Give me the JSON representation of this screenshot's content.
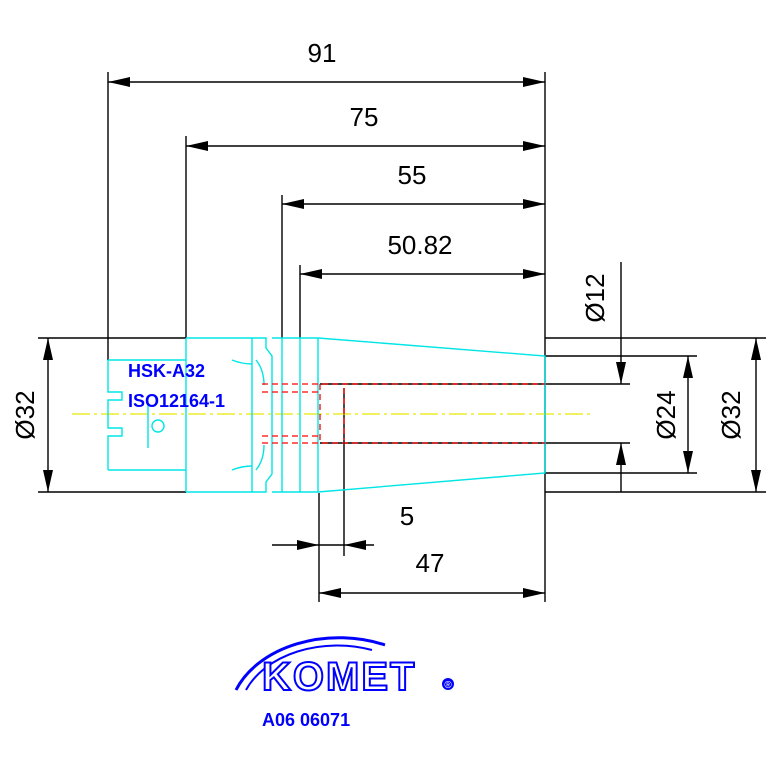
{
  "dimensions": {
    "overall_length": "91",
    "flange_to_end": "75",
    "collar_to_end": "55",
    "taper_to_end": "50.82",
    "bore_diameter": "Ø12",
    "nose_diameter": "Ø24",
    "shank_diameter_left": "Ø32",
    "shank_diameter_right": "Ø32",
    "clamp_offset": "5",
    "clamp_length": "47"
  },
  "labels": {
    "interface": "HSK-A32",
    "standard": "ISO12164-1"
  },
  "logo": {
    "brand": "KOMET",
    "registered_mark": "®"
  },
  "part_number": "A06 06071",
  "colors": {
    "dimension": "#000000",
    "outline": "#00e5e5",
    "hidden": "#ff0000",
    "centerline": "#e6e600",
    "text_blue": "#0000ff"
  }
}
